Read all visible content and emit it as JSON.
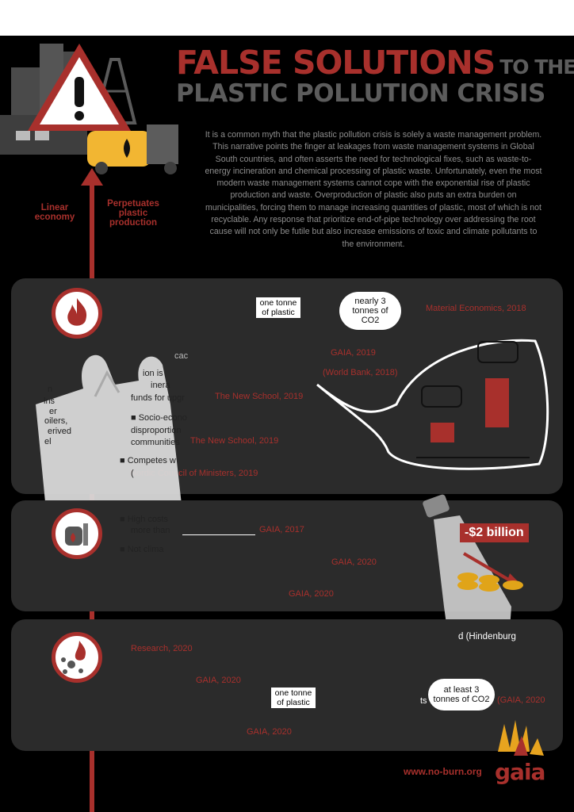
{
  "title": {
    "main": "FALSE SOLUTIONS",
    "small": "TO THE",
    "line2": "PLASTIC POLLUTION CRISIS"
  },
  "intro": "It is a common myth that the plastic pollution crisis is solely a waste management problem. This narrative points the finger at leakages from waste management systems in Global South countries, and often asserts the need for technological fixes, such as waste-to-energy incineration and chemical processing of plastic waste. Unfortunately, even the most modern waste management systems cannot cope with the exponential rise of plastic production and waste. Overproduction of plastic also puts an extra burden on municipalities, forcing them to manage increasing quantities of plastic, most of which is not recyclable. Any response that prioritize end-of-pipe technology over addressing the root cause will not only be futile but also increase emissions of toxic and climate pollutants to the environment.",
  "side_labels": {
    "left": "Linear economy",
    "right": "Perpetuates plastic production"
  },
  "panel1": {
    "pill": "one tonne of plastic",
    "cloud": "nearly 3 tonnes of CO2",
    "cites": [
      "Material Economics, 2018",
      "GAIA, 2019",
      "(World Bank, 2018)",
      "The New School, 2019",
      "The New School, 2019",
      "Nordic Council of Ministers, 2019"
    ],
    "fragments": [
      "cac",
      "ion is",
      "inera",
      "funds for upgr",
      "Socio-econo",
      "disproportion",
      "communities",
      "Competes w",
      "(",
      "n",
      "lns",
      "er",
      "oilers,",
      "erived",
      "el"
    ]
  },
  "panel2": {
    "fragments": [
      "High costs",
      "more than",
      "Not clima"
    ],
    "cites": [
      "GAIA, 2017",
      "GAIA, 2020",
      "GAIA, 2020"
    ],
    "money": "-$2 billion"
  },
  "panel3": {
    "cites": [
      "Research, 2020",
      "GAIA, 2020",
      "GAIA, 2020",
      "(GAIA, 2020"
    ],
    "pill": "one tonne of plastic",
    "cloud": "at least 3 tonnes of CO2",
    "fragments": [
      "d (Hindenburg",
      "ts"
    ]
  },
  "footer": {
    "url": "www.no-burn.org",
    "logo": "gaia"
  },
  "colors": {
    "accent": "#a8302c",
    "panel": "#2b2b2b",
    "bg": "#000000"
  }
}
